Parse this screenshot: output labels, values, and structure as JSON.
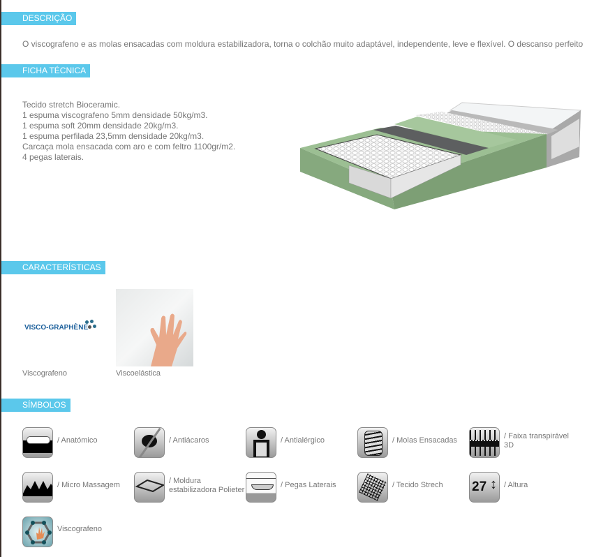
{
  "sections": {
    "descricao": {
      "title": "DESCRIÇÃO",
      "text": "O viscografeno e as molas ensacadas com moldura estabilizadora, torna o colchão muito adaptável, independente, leve e flexível. O descanso perfeito"
    },
    "ficha": {
      "title": "FICHA TÉCNICA",
      "items": [
        "Tecido stretch Bioceramic.",
        "1 espuma viscografeno 5mm densidade 50kg/m3.",
        "1 espuma soft 20mm densidade 20kg/m3.",
        "1 espuma perfilada 23,5mm densidade 20kg/m3.",
        "Carcaça mola ensacada com aro e com feltro 1100gr/m2.",
        "4 pegas laterais."
      ]
    },
    "caracteristicas": {
      "title": "CARACTERÍSTICAS",
      "items": [
        {
          "label": "Viscografeno",
          "logo_text": "VISCO-GRAPHÈNE"
        },
        {
          "label": "Viscoelástica"
        }
      ]
    },
    "simbolos": {
      "title": "SÍMBOLOS",
      "items": [
        {
          "label": "/ Anatómico",
          "icon": "anatomic-icon"
        },
        {
          "label": "/ Antiácaros",
          "icon": "anti-mite-icon"
        },
        {
          "label": "/ Antialérgico",
          "icon": "anti-allergic-icon"
        },
        {
          "label": "/ Molas Ensacadas",
          "icon": "pocket-springs-icon"
        },
        {
          "label": "/ Faixa transpirável 3D",
          "icon": "breathable-band-icon"
        },
        {
          "label": "/ Micro Massagem",
          "icon": "micro-massage-icon"
        },
        {
          "label": "/ Moldura estabilizadora Polieter",
          "icon": "frame-icon"
        },
        {
          "label": "/ Pegas Laterais",
          "icon": "side-handles-icon"
        },
        {
          "label": "/ Tecido Strech",
          "icon": "stretch-fabric-icon"
        },
        {
          "label": "/ Altura",
          "icon": "height-icon",
          "icon_text": "27"
        },
        {
          "label": "Viscografeno",
          "icon": "viscographene-icon"
        }
      ]
    }
  },
  "colors": {
    "header_bg": "#5bc8eb",
    "text": "#777777",
    "foam_green": "#8fb287"
  }
}
